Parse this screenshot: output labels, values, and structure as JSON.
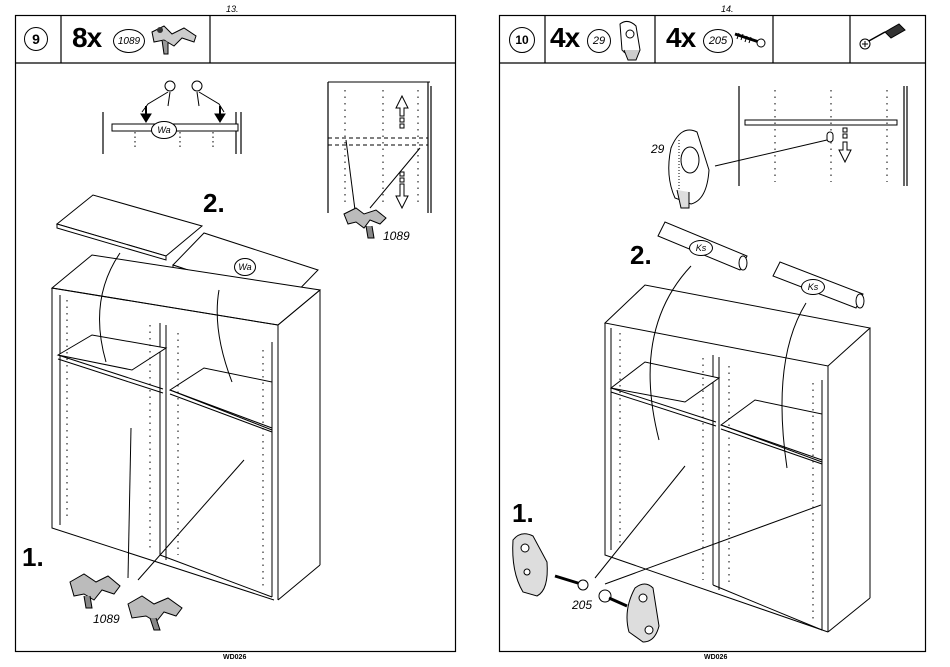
{
  "left_page": {
    "page_number": "13.",
    "step_number": "9",
    "quantity": "8x",
    "part_code": "1089",
    "step_one": "1.",
    "step_two": "2.",
    "callout_bottom": "1089",
    "callout_inset": "1089",
    "panel_label": "Wa",
    "panel_label_top": "Wa",
    "footer_code": "WD026"
  },
  "right_page": {
    "page_number": "14.",
    "step_number": "10",
    "quantity_a": "4x",
    "part_a": "29",
    "quantity_b": "4x",
    "part_b": "205",
    "rail_label_a": "Ks",
    "rail_label_b": "Ks",
    "callout_holder": "29",
    "callout_screw": "205",
    "step_one": "1.",
    "step_two": "2.",
    "footer_code": "WD026"
  }
}
